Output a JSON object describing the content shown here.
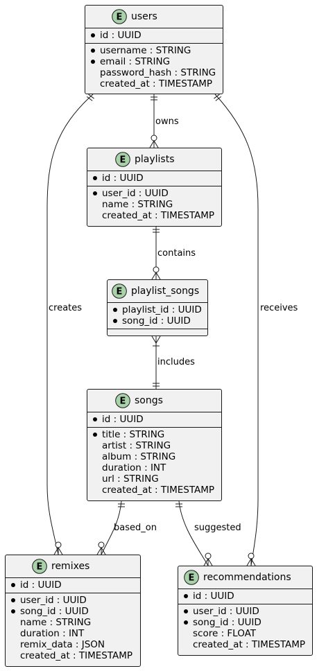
{
  "entities": {
    "users": {
      "name": "users",
      "icon": "entity-icon",
      "icon_letter": "E",
      "pk": [
        {
          "text": "id : UUID",
          "required": true
        }
      ],
      "attrs": [
        {
          "text": "username : STRING",
          "required": true
        },
        {
          "text": "email : STRING",
          "required": true
        },
        {
          "text": "password_hash : STRING",
          "required": false
        },
        {
          "text": "created_at : TIMESTAMP",
          "required": false
        }
      ]
    },
    "playlists": {
      "name": "playlists",
      "icon": "entity-icon",
      "icon_letter": "E",
      "pk": [
        {
          "text": "id : UUID",
          "required": true
        }
      ],
      "attrs": [
        {
          "text": "user_id : UUID",
          "required": true
        },
        {
          "text": "name : STRING",
          "required": false
        },
        {
          "text": "created_at : TIMESTAMP",
          "required": false
        }
      ]
    },
    "playlist_songs": {
      "name": "playlist_songs",
      "icon": "entity-icon",
      "icon_letter": "E",
      "pk": [
        {
          "text": "playlist_id : UUID",
          "required": true
        },
        {
          "text": "song_id : UUID",
          "required": true
        }
      ],
      "attrs": []
    },
    "songs": {
      "name": "songs",
      "icon": "entity-icon",
      "icon_letter": "E",
      "pk": [
        {
          "text": "id : UUID",
          "required": true
        }
      ],
      "attrs": [
        {
          "text": "title : STRING",
          "required": true
        },
        {
          "text": "artist : STRING",
          "required": false
        },
        {
          "text": "album : STRING",
          "required": false
        },
        {
          "text": "duration : INT",
          "required": false
        },
        {
          "text": "url : STRING",
          "required": false
        },
        {
          "text": "created_at : TIMESTAMP",
          "required": false
        }
      ]
    },
    "remixes": {
      "name": "remixes",
      "icon": "entity-icon",
      "icon_letter": "E",
      "pk": [
        {
          "text": "id : UUID",
          "required": true
        }
      ],
      "attrs": [
        {
          "text": "user_id : UUID",
          "required": true
        },
        {
          "text": "song_id : UUID",
          "required": true
        },
        {
          "text": "name : STRING",
          "required": false
        },
        {
          "text": "duration : INT",
          "required": false
        },
        {
          "text": "remix_data : JSON",
          "required": false
        },
        {
          "text": "created_at : TIMESTAMP",
          "required": false
        }
      ]
    },
    "recommendations": {
      "name": "recommendations",
      "icon": "entity-icon",
      "icon_letter": "E",
      "pk": [
        {
          "text": "id : UUID",
          "required": true
        }
      ],
      "attrs": [
        {
          "text": "user_id : UUID",
          "required": true
        },
        {
          "text": "song_id : UUID",
          "required": true
        },
        {
          "text": "score : FLOAT",
          "required": false
        },
        {
          "text": "created_at : TIMESTAMP",
          "required": false
        }
      ]
    }
  },
  "relationships": [
    {
      "id": "owns",
      "from": "users",
      "to": "playlists",
      "label": "owns",
      "from_card": "exactly-one",
      "to_card": "zero-or-many"
    },
    {
      "id": "contains",
      "from": "playlists",
      "to": "playlist_songs",
      "label": "contains",
      "from_card": "exactly-one",
      "to_card": "zero-or-many"
    },
    {
      "id": "includes",
      "from": "playlist_songs",
      "to": "songs",
      "label": "includes",
      "from_card": "one-or-many",
      "to_card": "exactly-one"
    },
    {
      "id": "creates",
      "from": "users",
      "to": "remixes",
      "label": "creates",
      "from_card": "exactly-one",
      "to_card": "zero-or-many"
    },
    {
      "id": "receives",
      "from": "users",
      "to": "recommendations",
      "label": "receives",
      "from_card": "exactly-one",
      "to_card": "zero-or-many"
    },
    {
      "id": "based_on",
      "from": "songs",
      "to": "remixes",
      "label": "based_on",
      "from_card": "exactly-one",
      "to_card": "zero-or-many"
    },
    {
      "id": "suggested",
      "from": "songs",
      "to": "recommendations",
      "label": "suggested",
      "from_card": "exactly-one",
      "to_card": "zero-or-many"
    }
  ],
  "colors": {
    "entity_fill": "#f1f1f1",
    "border": "#181818",
    "icon_fill": "#a9d1aa",
    "line": "#181818",
    "background": "#ffffff"
  }
}
